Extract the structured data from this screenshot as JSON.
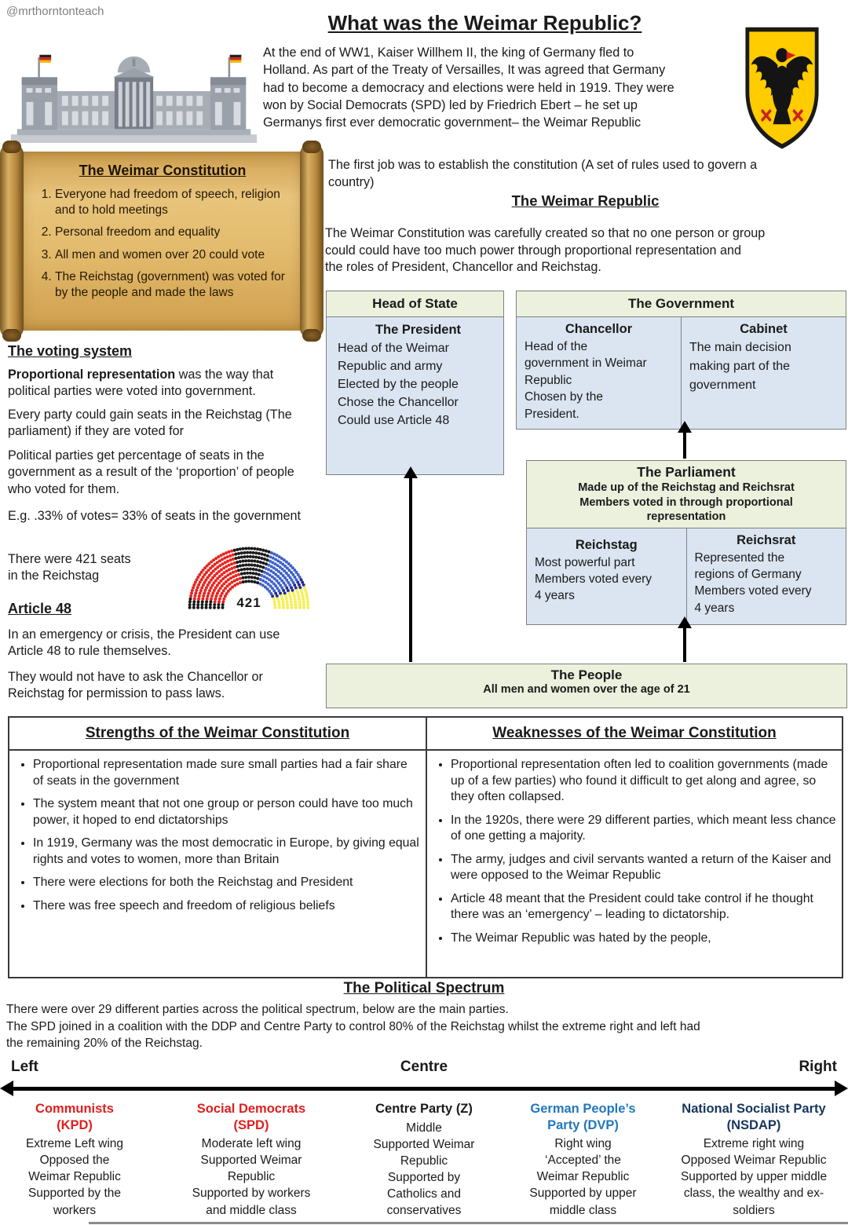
{
  "page": {
    "handle": "@mrthorntonteach",
    "title": "What was the Weimar Republic?",
    "intro": "At the end of WW1, Kaiser Willhem II, the king of Germany fled to\nHolland. As part of the Treaty of Versailles,  It was agreed that  Germany\nhad to become a democracy and elections were held in  1919. They were\nwon by Social Democrats (SPD) led by Friedrich Ebert – he set up\nGermanys first ever democratic government– the Weimar Republic"
  },
  "constitution_scroll": {
    "title": "The Weimar Constitution",
    "items": [
      "Everyone had freedom of speech, religion and to hold meetings",
      "Personal freedom and equality",
      "All men and women over 20 could vote",
      "The Reichstag (government) was voted for by the people and made the laws"
    ]
  },
  "first_job": "The first job was to establish the constitution (A set of rules used to govern a\ncountry)",
  "weimar_republic": {
    "heading": "The Weimar Republic",
    "body": "The Weimar Constitution was carefully created so that no one person or group\ncould could have too much power through proportional representation and\nthe roles of President, Chancellor and Reichstag."
  },
  "diagram": {
    "head_of_state": {
      "header": "Head of State",
      "title": "The President",
      "lines": "Head of the Weimar\nRepublic and army\nElected by the people\nChose the Chancellor\nCould use Article 48"
    },
    "government": {
      "header": "The Government",
      "chancellor": {
        "title": "Chancellor",
        "lines": "Head of the\ngovernment in Weimar\nRepublic\nChosen by the\nPresident."
      },
      "cabinet": {
        "title": "Cabinet",
        "lines": "The main decision\nmaking part of the\ngovernment"
      }
    },
    "parliament": {
      "header": "The Parliament",
      "subheader": "Made up of the Reichstag and Reichsrat\nMembers voted in through proportional\nrepresentation",
      "reichstag": {
        "title": "Reichstag",
        "lines": "Most powerful part\nMembers voted every\n4 years"
      },
      "reichsrat": {
        "title": "Reichsrat",
        "lines": "Represented the\nregions of Germany\nMembers voted every\n4 years"
      }
    },
    "people": {
      "title": "The People",
      "subtitle": "All men and women over the age of 21"
    }
  },
  "voting_system": {
    "heading": "The voting system",
    "p1_bold": "Proportional representation",
    "p1_rest": " was the way that political parties were voted into government.",
    "p2": "Every party could gain seats in the Reichstag (The parliament) if they are voted for",
    "p3": "Political parties get percentage of seats in the government as a result of the ‘proportion’ of people  who voted for them.",
    "p4": "E.g. .33% of votes= 33% of seats in the government",
    "seats_text": "There were 421 seats\nin the Reichstag"
  },
  "article48": {
    "heading": "Article 48",
    "p1": "In an emergency or crisis, the President can use Article 48 to rule themselves.",
    "p2": "They would not have to ask the Chancellor or Reichstag for permission to pass laws."
  },
  "table": {
    "strengths": {
      "header": "Strengths of the Weimar Constitution",
      "bullets": [
        "Proportional representation made sure small parties had a fair share of seats in the government",
        "The system meant that not one group or person could have too much power, it hoped to end dictatorships",
        "In 1919, Germany was the most democratic in Europe, by giving equal rights and votes to women,  more than Britain",
        "There were elections for both the Reichstag and President",
        "There was free speech and freedom of religious beliefs"
      ]
    },
    "weaknesses": {
      "header": "Weaknesses of the Weimar Constitution",
      "bullets": [
        "Proportional representation often led to coalition governments (made up of a few parties) who found it difficult to get along and agree, so they often collapsed.",
        "In the 1920s, there were 29 different parties, which meant less chance of one getting a majority.",
        "The army, judges and civil servants wanted a return of the Kaiser and were opposed to the Weimar Republic",
        "Article 48 meant that the President could take control if he thought there was an ‘emergency’ – leading to dictatorship.",
        "The Weimar Republic was hated by the people,"
      ]
    }
  },
  "spectrum": {
    "heading": "The Political Spectrum",
    "p1": "There were over 29 different parties across the political spectrum, below are the main parties.",
    "p2": "The SPD joined in a coalition with the DDP and Centre Party to control 80% of the Reichstag whilst the extreme right and left had\nthe remaining 20% of the Reichstag.",
    "axis": {
      "left": "Left",
      "centre": "Centre",
      "right": "Right"
    },
    "parties": [
      {
        "name": "Communists\n(KPD)",
        "color": "#e01f1f",
        "desc": "Extreme Left wing\nOpposed the\nWeimar Republic\nSupported by the\nworkers"
      },
      {
        "name": "Social Democrats\n(SPD)",
        "color": "#e01f1f",
        "desc": "Moderate left wing\nSupported Weimar\nRepublic\nSupported by workers\nand middle class"
      },
      {
        "name": "Centre Party (Z)",
        "color": "#1a1a1a",
        "desc": "Middle\nSupported Weimar\nRepublic\nSupported by\nCatholics and\nconservatives"
      },
      {
        "name": "German People’s\nParty (DVP)",
        "color": "#2178be",
        "desc": "Right wing\n‘Accepted’ the\nWeimar Republic\nSupported by upper\nmiddle class"
      },
      {
        "name": "National Socialist Party\n(NSDAP)",
        "color": "#17365d",
        "desc": "Extreme right wing\nOpposed Weimar Republic\nSupported by upper middle\nclass, the wealthy and ex-\nsoldiers"
      }
    ]
  },
  "chart_data": {
    "type": "parliament-hemicycle",
    "title": "Seats in the Reichstag",
    "total_seats": 421,
    "label": "421",
    "legend_position": "none",
    "segments": [
      {
        "position": "far-left",
        "color": "#1a1a1a",
        "share": 0.05
      },
      {
        "position": "left",
        "color": "#e8241e",
        "share": 0.36
      },
      {
        "position": "centre",
        "color": "#1a1a1a",
        "share": 0.21
      },
      {
        "position": "right",
        "color": "#4061c8",
        "share": 0.22
      },
      {
        "position": "right-navy",
        "color": "#232e8c",
        "share": 0.05
      },
      {
        "position": "far-right",
        "color": "#f6ef55",
        "share": 0.11
      }
    ]
  }
}
